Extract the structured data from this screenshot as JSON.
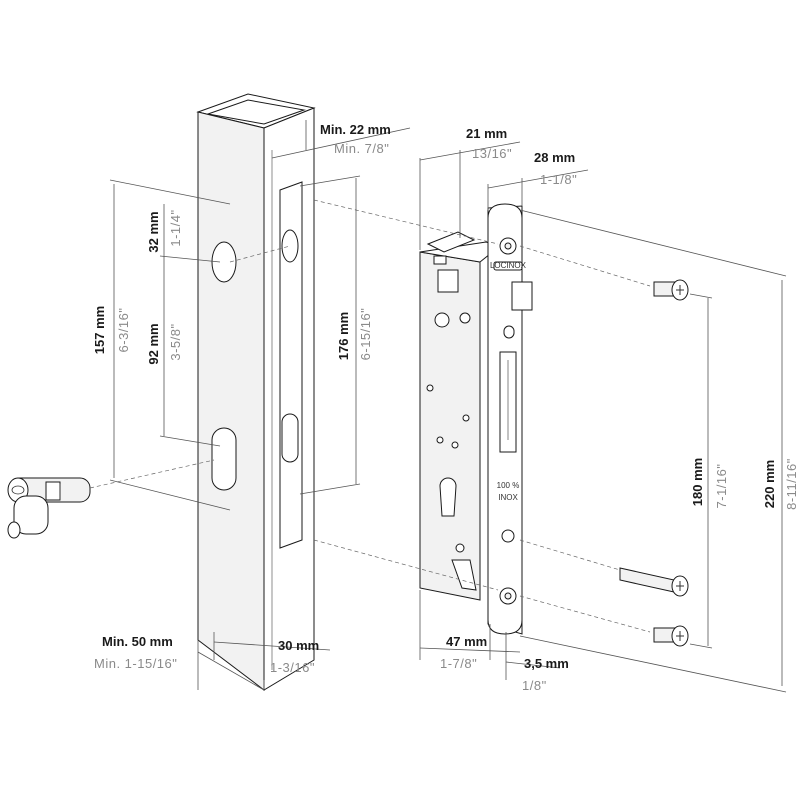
{
  "labels": {
    "min22_mm": "Min. 22 mm",
    "min22_in": "Min. 7/8\"",
    "d21_mm": "21 mm",
    "d21_in": "13/16\"",
    "d28_mm": "28 mm",
    "d28_in": "1-1/8\"",
    "d157_mm": "157 mm",
    "d157_in": "6-3/16\"",
    "d32_mm": "32 mm",
    "d32_in": "1-1/4\"",
    "d92_mm": "92 mm",
    "d92_in": "3-5/8\"",
    "d176_mm": "176 mm",
    "d176_in": "6-15/16\"",
    "d180_mm": "180 mm",
    "d180_in": "7-1/16\"",
    "d220_mm": "220 mm",
    "d220_in": "8-11/16\"",
    "min50_mm": "Min. 50 mm",
    "min50_in": "Min. 1-15/16\"",
    "d30_mm": "30 mm",
    "d30_in": "1-3/16\"",
    "d47_mm": "47 mm",
    "d47_in": "1-7/8\"",
    "d35_mm": "3,5 mm",
    "d35_in": "1/8\""
  },
  "faceplate": {
    "inox_line1": "100 %",
    "inox_line2": "INOX",
    "brand": "LOCINOX"
  }
}
